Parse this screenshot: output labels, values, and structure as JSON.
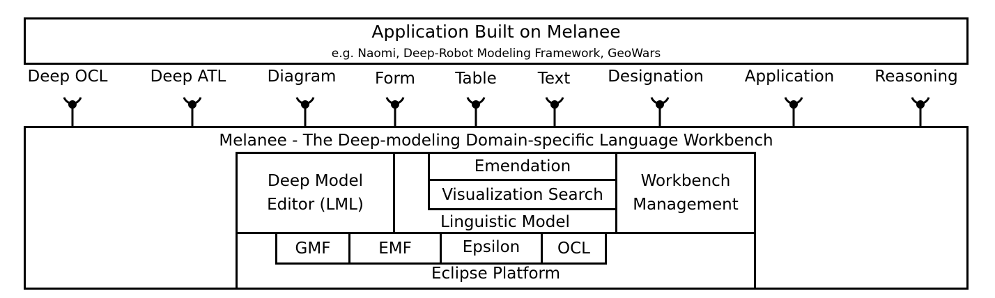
{
  "application": {
    "title": "Application Built on Melanee",
    "subtitle": "e.g. Naomi, Deep-Robot Modeling Framework, GeoWars"
  },
  "interfaces": [
    "Deep OCL",
    "Deep ATL",
    "Diagram",
    "Form",
    "Table",
    "Text",
    "Designation",
    "Application",
    "Reasoning"
  ],
  "workbench": {
    "title": "Melanee - The Deep-modeling Domain-specific Language Workbench",
    "deep_model_editor": "Deep Model Editor (LML)",
    "deep_model_editor_line1": "Deep Model",
    "deep_model_editor_line2": "Editor (LML)",
    "emendation": "Emendation",
    "visualization_search": "Visualization Search",
    "linguistic_model": "Linguistic Model",
    "workbench_management_line1": "Workbench",
    "workbench_management_line2": "Management",
    "eclipse_platform": "Eclipse Platform",
    "eclipse_components": [
      "GMF",
      "EMF",
      "Epsilon",
      "OCL"
    ]
  }
}
